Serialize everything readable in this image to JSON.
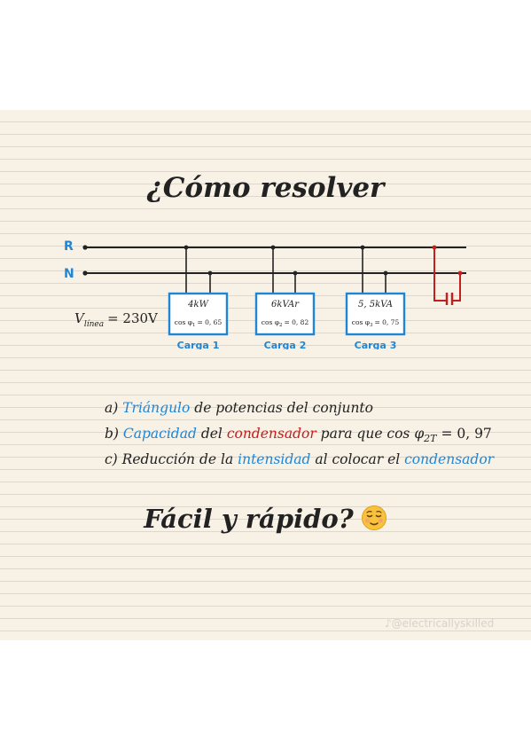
{
  "title": "¿Cómo resolver",
  "circuit": {
    "line_r_label": "R",
    "line_n_label": "N",
    "voltage_label": "V",
    "voltage_subscript": "línea",
    "voltage_value": "= 230V",
    "loads": [
      {
        "value": "4kW",
        "pf_symbol": "cos φ",
        "pf_sub": "1",
        "pf_value": "= 0, 65",
        "name": "Carga 1"
      },
      {
        "value": "6kVAr",
        "pf_symbol": "cos φ",
        "pf_sub": "2",
        "pf_value": "= 0, 82",
        "name": "Carga 2"
      },
      {
        "value": "5, 5kVA",
        "pf_symbol": "cos φ",
        "pf_sub": "3",
        "pf_value": "= 0, 75",
        "name": "Carga 3"
      }
    ]
  },
  "questions": {
    "a": {
      "prefix": "a) ",
      "highlight": "Triángulo",
      "rest": " de potencias del conjunto"
    },
    "b": {
      "prefix": "b) ",
      "highlight_1": "Capacidad",
      "mid": " del ",
      "highlight_2": "condensador",
      "rest": " para que cos φ",
      "sub": "2T",
      "value": " = 0, 97"
    },
    "c": {
      "prefix": "c) Reducción de la ",
      "highlight_1": "intensidad",
      "mid": " al colocar el ",
      "highlight_2": "condensador"
    }
  },
  "footer": {
    "text": "Fácil y rápido?",
    "emoji": "relieved-face-emoji"
  },
  "watermark": "♪@electricallyskilled",
  "colors": {
    "blue": "#1f86d6",
    "red": "#c41e1e",
    "background": "#f7f1e6"
  }
}
